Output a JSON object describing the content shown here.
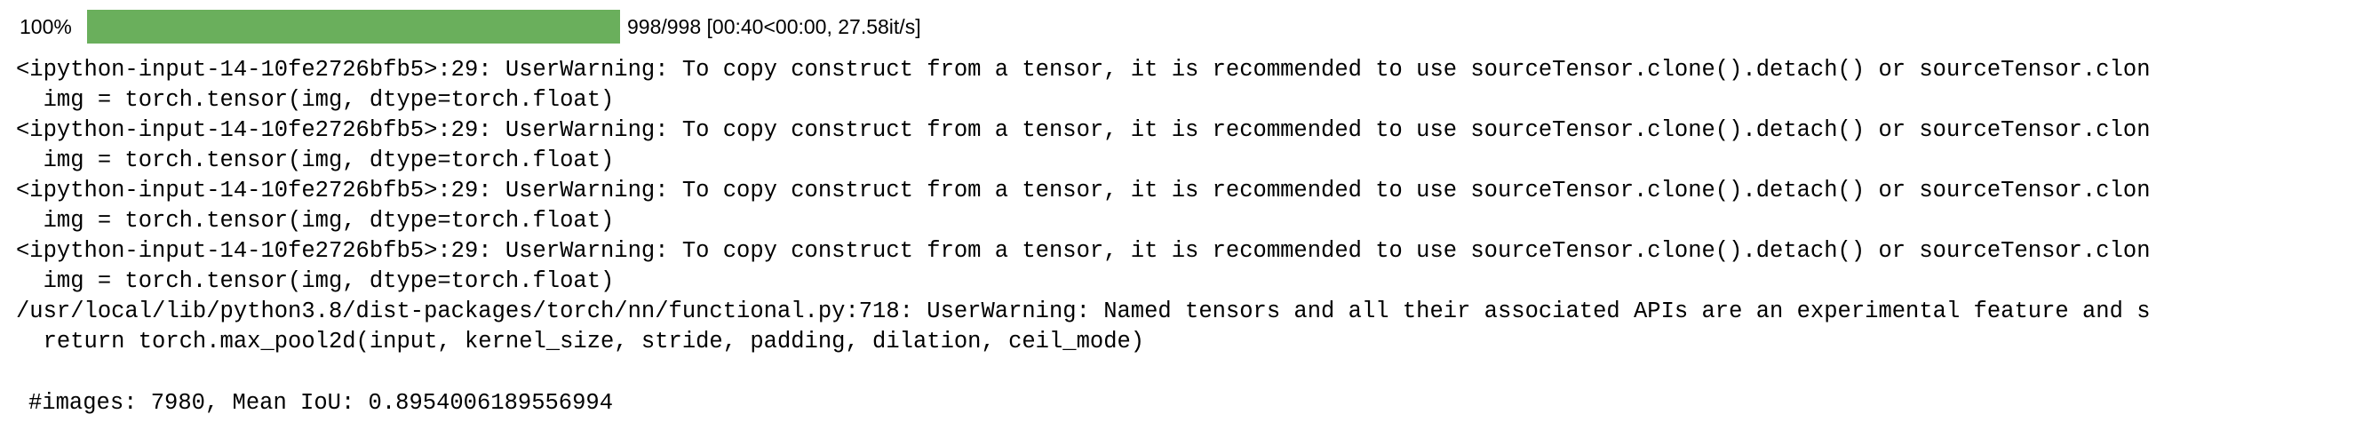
{
  "progress": {
    "percent_label": "100%",
    "fraction": 1.0,
    "stats": "998/998 [00:40<00:00, 27.58it/s]",
    "fill_color": "#6aaf5c"
  },
  "stderr_lines": [
    "<ipython-input-14-10fe2726bfb5>:29: UserWarning: To copy construct from a tensor, it is recommended to use sourceTensor.clone().detach() or sourceTensor.clon",
    "  img = torch.tensor(img, dtype=torch.float)",
    "<ipython-input-14-10fe2726bfb5>:29: UserWarning: To copy construct from a tensor, it is recommended to use sourceTensor.clone().detach() or sourceTensor.clon",
    "  img = torch.tensor(img, dtype=torch.float)",
    "<ipython-input-14-10fe2726bfb5>:29: UserWarning: To copy construct from a tensor, it is recommended to use sourceTensor.clone().detach() or sourceTensor.clon",
    "  img = torch.tensor(img, dtype=torch.float)",
    "<ipython-input-14-10fe2726bfb5>:29: UserWarning: To copy construct from a tensor, it is recommended to use sourceTensor.clone().detach() or sourceTensor.clon",
    "  img = torch.tensor(img, dtype=torch.float)",
    "/usr/local/lib/python3.8/dist-packages/torch/nn/functional.py:718: UserWarning: Named tensors and all their associated APIs are an experimental feature and s",
    "  return torch.max_pool2d(input, kernel_size, stride, padding, dilation, ceil_mode)"
  ],
  "result": "#images: 7980, Mean IoU: 0.8954006189556994"
}
